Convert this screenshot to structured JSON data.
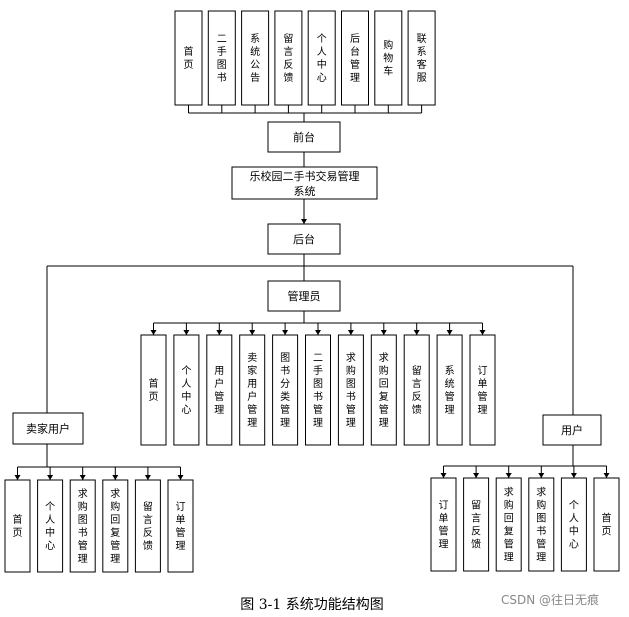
{
  "front": {
    "label": "前台",
    "items": [
      "首页",
      "二手图书",
      "系统公告",
      "留言反馈",
      "个人中心",
      "后台管理",
      "购物车",
      "联系客服"
    ]
  },
  "system": {
    "line1": "乐校园二手书交易管理",
    "line2": "系统"
  },
  "back": {
    "label": "后台"
  },
  "admin": {
    "label": "管理员",
    "items": [
      "首页",
      "个人中心",
      "用户管理",
      "卖家用户管理",
      "图书分类管理",
      "二手图书管理",
      "求购图书管理",
      "求购回复管理",
      "留言反馈",
      "系统管理",
      "订单管理"
    ]
  },
  "seller": {
    "label": "卖家用户",
    "items": [
      "首页",
      "个人中心",
      "求购图书管理",
      "求购回复管理",
      "留言反馈",
      "订单管理"
    ]
  },
  "user": {
    "label": "用户",
    "items": [
      "订单管理",
      "留言反馈",
      "求购回复管理",
      "求购图书管理",
      "个人中心",
      "首页"
    ]
  },
  "caption": "图 3-1 系统功能结构图",
  "watermark": "CSDN @往日无痕"
}
